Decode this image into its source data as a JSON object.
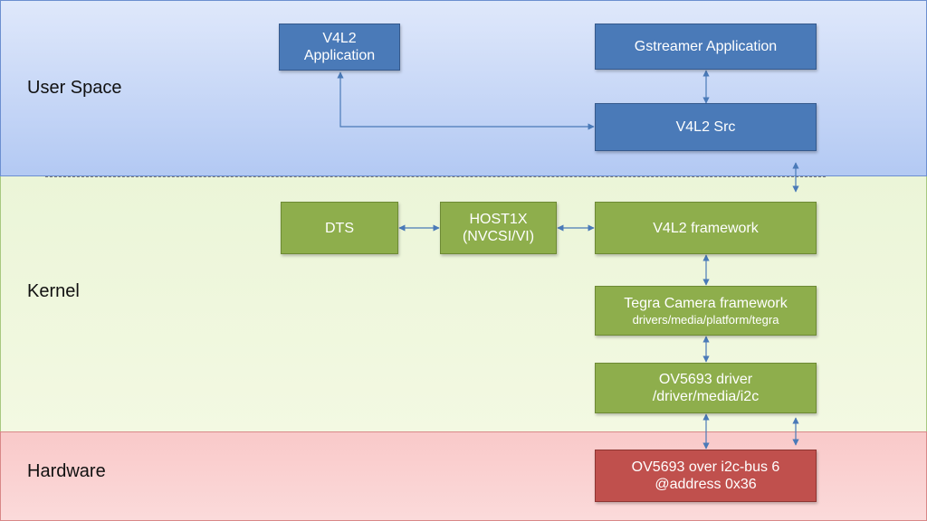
{
  "layers": {
    "user_space": "User Space",
    "kernel": "Kernel",
    "hardware": "Hardware"
  },
  "boxes": {
    "v4l2_app": {
      "line1": "V4L2",
      "line2": "Application"
    },
    "gstreamer_app": {
      "line1": "Gstreamer Application"
    },
    "v4l2_src": {
      "line1": "V4L2 Src"
    },
    "dts": {
      "line1": "DTS"
    },
    "host1x": {
      "line1": "HOST1X",
      "line2": "(NVCSI/VI)"
    },
    "v4l2_framework": {
      "line1": "V4L2 framework"
    },
    "tegra_camera": {
      "line1": "Tegra Camera framework",
      "line2": "drivers/media/platform/tegra"
    },
    "ov5693_driver": {
      "line1": "OV5693 driver",
      "line2": "/driver/media/i2c"
    },
    "ov5693_hw": {
      "line1": "OV5693 over i2c-bus 6",
      "line2": "@address 0x36"
    }
  },
  "colors": {
    "user_box": "#4a7ab8",
    "kernel_box": "#8eae4c",
    "hardware_box": "#c0504d",
    "arrow": "#4a7ab8"
  }
}
